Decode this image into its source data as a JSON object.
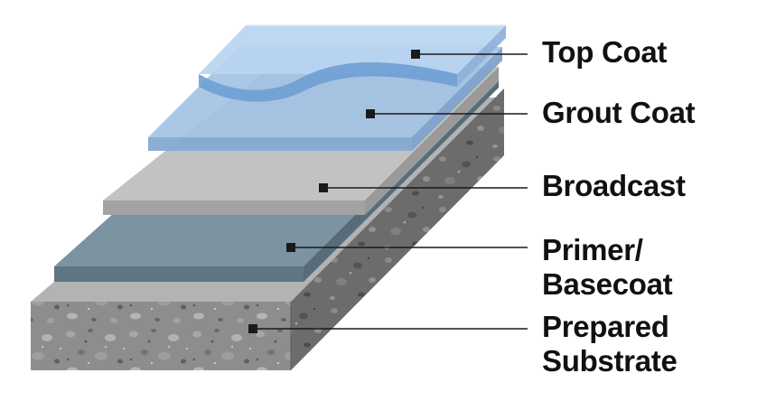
{
  "colors": {
    "label_text": "#111111",
    "leader_line": "#1a1a1a",
    "concrete": "#8e8e8e",
    "primer": "#6f8796",
    "broadcast": "#bdbdbd",
    "grout": "#9fc0e0",
    "topcoat": "#a9c9ec"
  },
  "layers": [
    {
      "id": "top-coat",
      "lines": [
        "Top Coat"
      ]
    },
    {
      "id": "grout-coat",
      "lines": [
        "Grout Coat"
      ]
    },
    {
      "id": "broadcast",
      "lines": [
        "Broadcast"
      ]
    },
    {
      "id": "primer-basecoat",
      "lines": [
        "Primer/",
        "Basecoat"
      ]
    },
    {
      "id": "prepared-substrate",
      "lines": [
        "Prepared",
        "Substrate"
      ]
    }
  ]
}
